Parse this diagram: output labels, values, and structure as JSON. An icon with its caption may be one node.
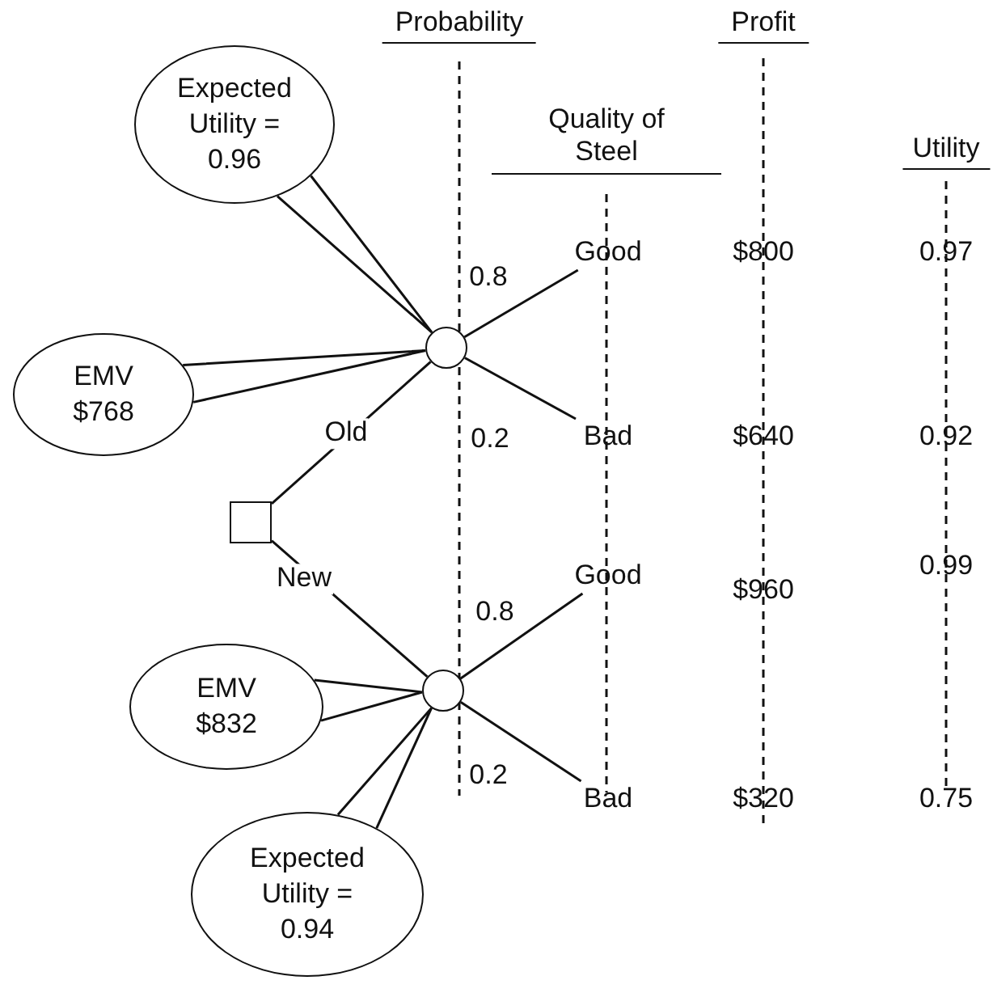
{
  "diagram": {
    "nodes": [
      {
        "text": [
          "Expected Utility = 0.96"
        ]
      },
      {
        "text": [
          "EMV $768"
        ]
      },
      {
        "text": [],
        "shape": "box"
      },
      {
        "text": [],
        "shape": "circle"
      },
      {
        "text": [
          "EMV $832"
        ]
      },
      {
        "text": [],
        "shape": "circle"
      },
      {
        "text": [
          "Expected Utility = 0.94"
        ]
      },
      {
        "text": [
          "Good"
        ]
      },
      {
        "text": [
          "Bad"
        ]
      },
      {
        "text": [
          "Good"
        ]
      },
      {
        "text": [
          "Bad"
        ]
      }
    ],
    "edges": [
      {
        "from": 2,
        "to": 3,
        "arrow": "none",
        "label": "Old"
      },
      {
        "from": 2,
        "to": 5,
        "arrow": "none",
        "label": "New"
      },
      {
        "from": 3,
        "to": 7,
        "arrow": "none",
        "label": "0.8"
      },
      {
        "from": 3,
        "to": 8,
        "arrow": "none",
        "label": "0.2"
      },
      {
        "from": 5,
        "to": 9,
        "arrow": "none",
        "label": "0.8"
      },
      {
        "from": 5,
        "to": 10,
        "arrow": "none",
        "label": "0.2"
      },
      {
        "from": 0,
        "to": 3,
        "arrow": "none"
      },
      {
        "from": 1,
        "to": 3,
        "arrow": "none"
      },
      {
        "from": 4,
        "to": 5,
        "arrow": "none"
      },
      {
        "from": 6,
        "to": 5,
        "arrow": "none"
      }
    ],
    "labels": [
      "Probability",
      "Profit",
      "Quality of Steel",
      "Utility",
      "$800",
      "0.97",
      "$640",
      "0.92",
      "$960",
      "0.99",
      "$320",
      "0.75"
    ]
  }
}
